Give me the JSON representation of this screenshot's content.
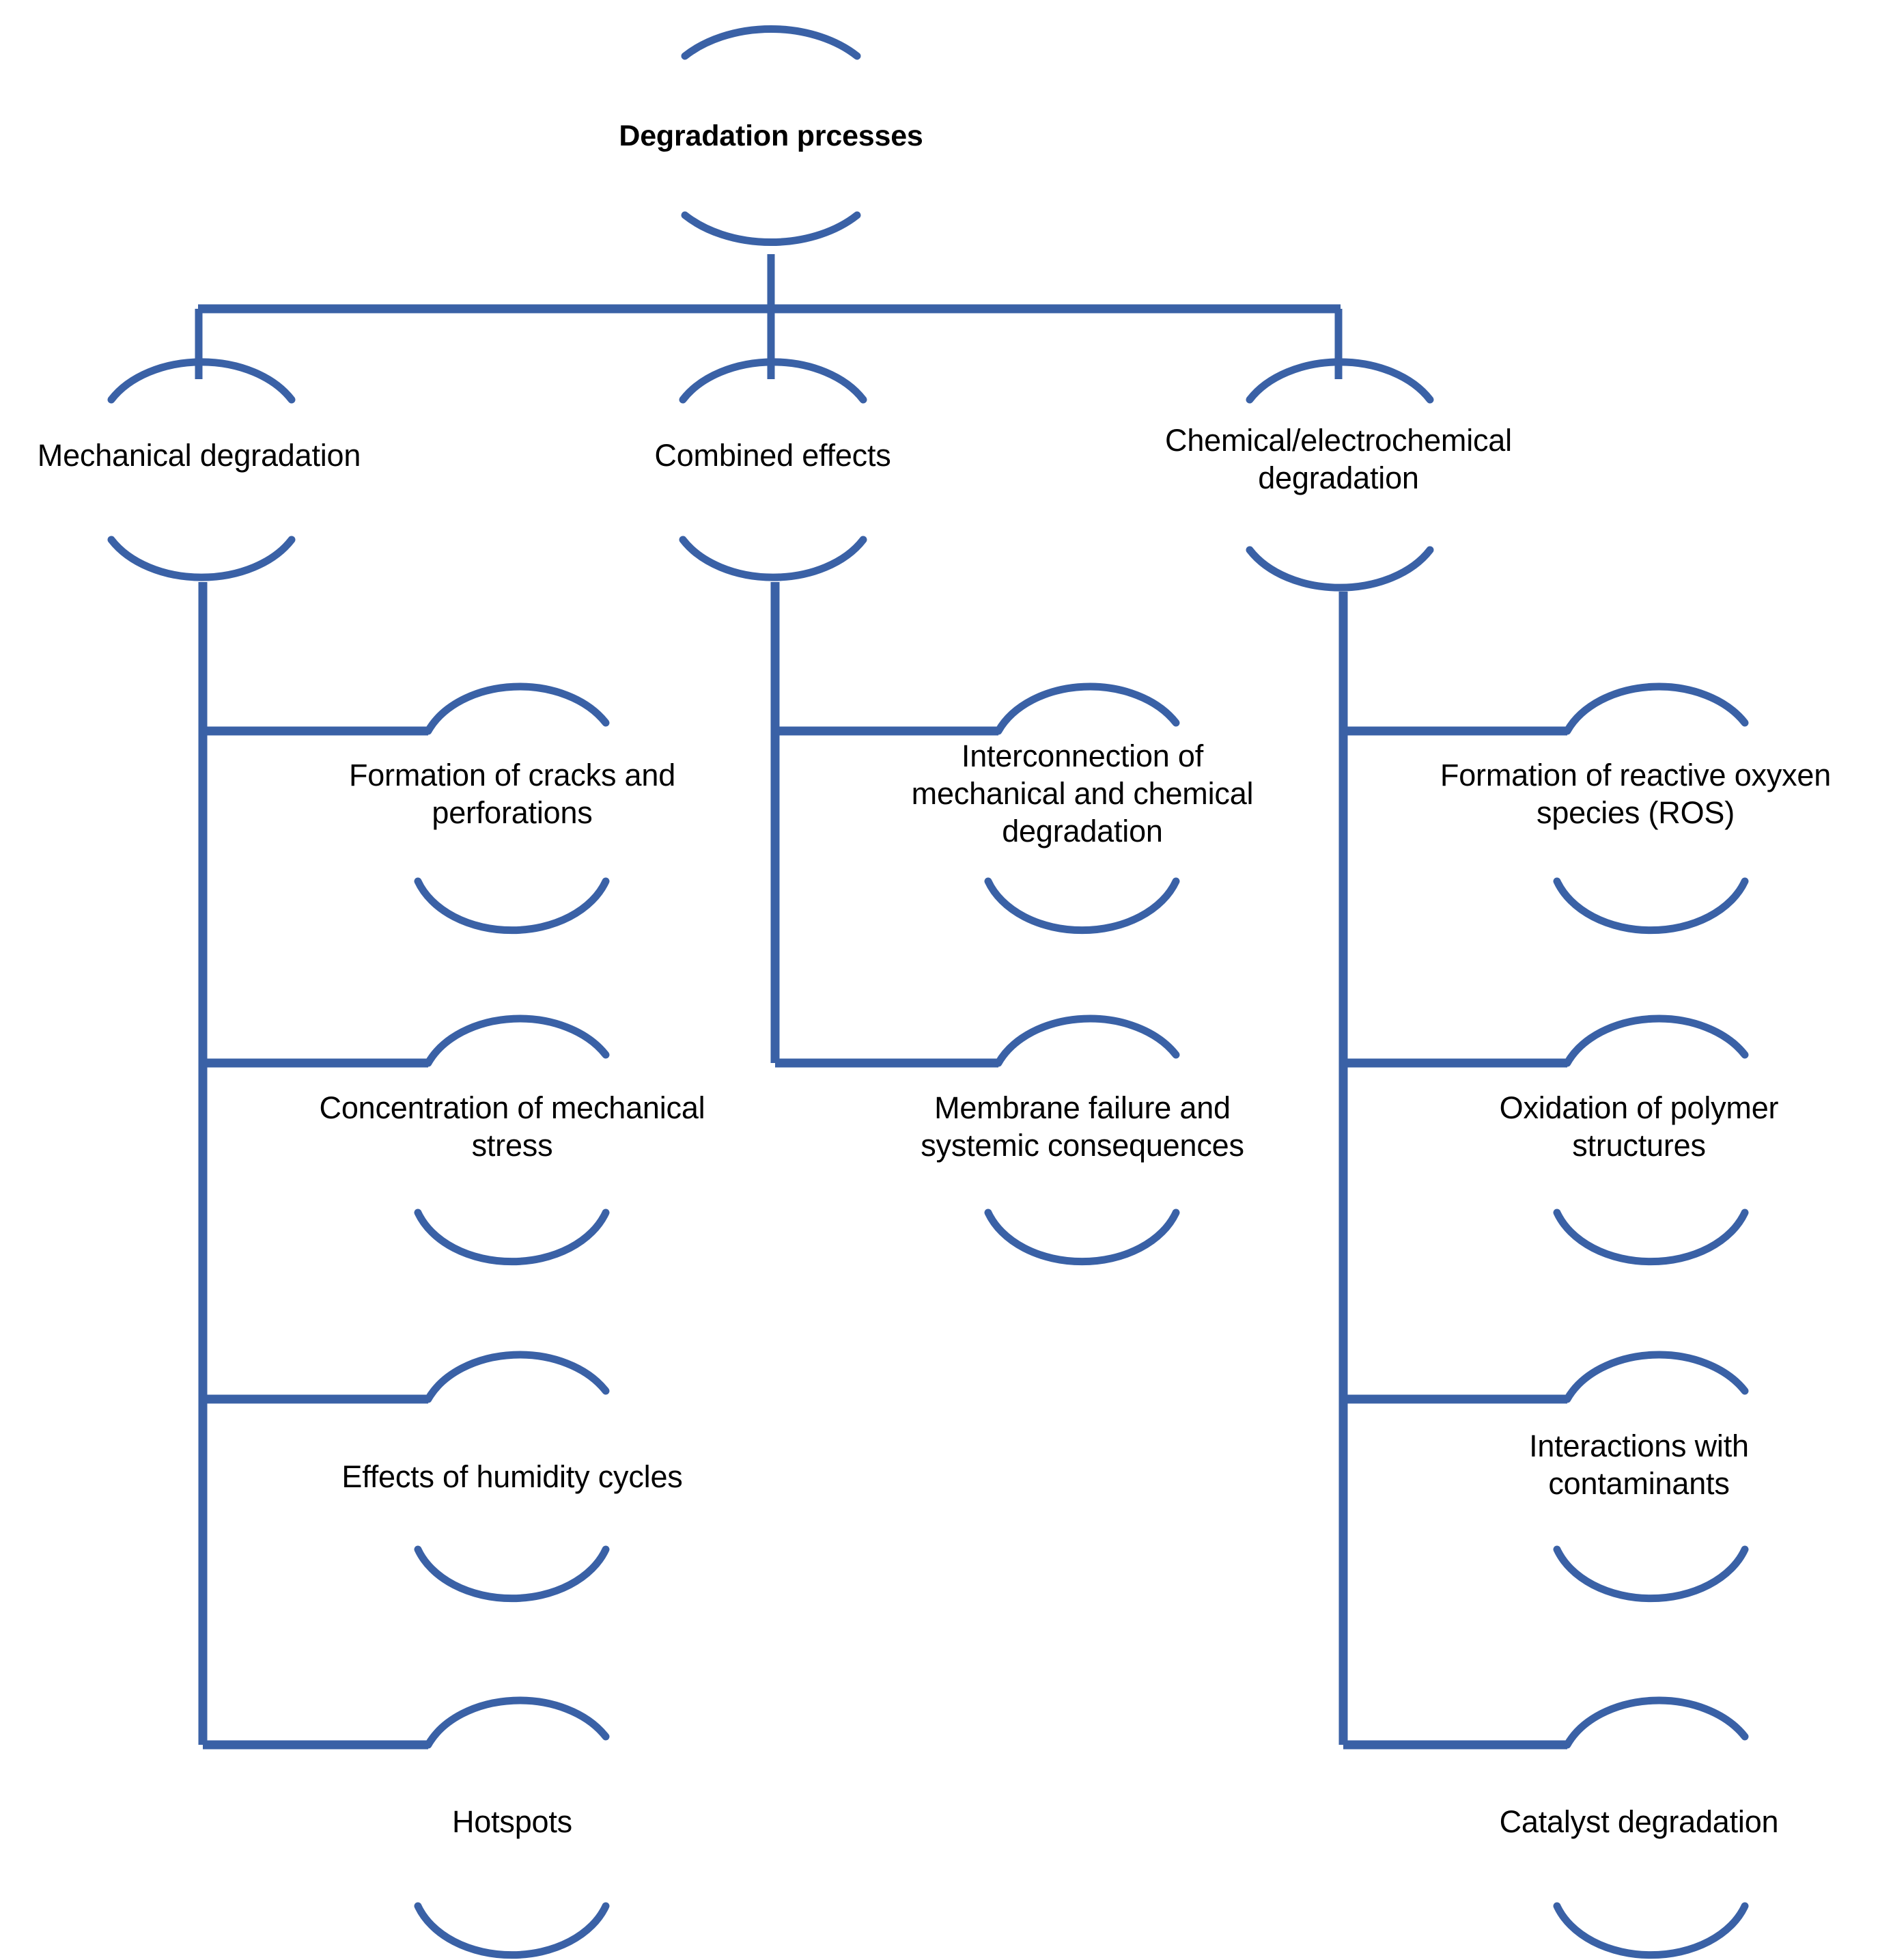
{
  "diagram": {
    "type": "tree",
    "title": "Degradation prcesses",
    "accent_color": "#3A61A6",
    "text_color": "#000000",
    "background_color": "#FFFFFF",
    "root": {
      "id": "root",
      "label": "Degradation prcesses",
      "bold": true
    },
    "branches": [
      {
        "id": "mechanical-degradation",
        "label": "Mechanical degradation",
        "children": [
          {
            "id": "formation-of-cracks-and-perforations",
            "label": "Formation of cracks and\nperforations"
          },
          {
            "id": "concentration-of-mechanical-stress",
            "label": "Concentration of mechanical\nstress"
          },
          {
            "id": "effects-of-humidity-cycles",
            "label": "Effects of humidity cycles"
          },
          {
            "id": "hotspots",
            "label": "Hotspots"
          }
        ]
      },
      {
        "id": "combined-effects",
        "label": "Combined effects",
        "children": [
          {
            "id": "interconnection-of-mechanical-and-chemical-degradation",
            "label": "Interconnection of\nmechanical and chemical\ndegradation"
          },
          {
            "id": "membrane-failure-and-systemic-consequences",
            "label": "Membrane failure and\nsystemic consequences"
          }
        ]
      },
      {
        "id": "chemical-electrochemical-degradation",
        "label": "Chemical/electrochemical\ndegradation",
        "children": [
          {
            "id": "formation-of-reactive-oxyxen-species-ros",
            "label": "Formation of reactive oxyxen\nspecies (ROS)"
          },
          {
            "id": "oxidation-of-polymer-structures",
            "label": "Oxidation of polymer\nstructures"
          },
          {
            "id": "interactions-with-contaminants",
            "label": "Interactions with\ncontaminants"
          },
          {
            "id": "catalyst-degradation",
            "label": "Catalyst degradation"
          }
        ]
      }
    ]
  }
}
